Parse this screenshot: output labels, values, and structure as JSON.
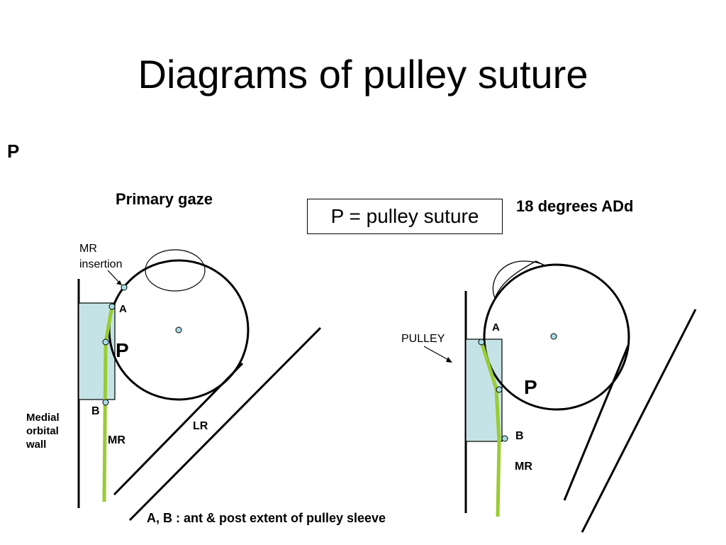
{
  "title": "Diagrams of pulley suture",
  "corner_label": "P",
  "legend": "P = pulley suture",
  "left_panel": {
    "heading": "Primary gaze",
    "mr_insertion": "MR\ninsertion",
    "point_a": "A",
    "point_b": "B",
    "pulley_label": "P",
    "medial_wall": "Medial\norbital\nwall",
    "mr": "MR",
    "lr": "LR"
  },
  "right_panel": {
    "heading": "18 degrees ADd",
    "pulley": "PULLEY",
    "point_a": "A",
    "point_b": "B",
    "pulley_label": "P",
    "mr": "MR"
  },
  "footnote": "A, B :  ant & post extent of pulley sleeve",
  "colors": {
    "sleeve_fill": "#c5e3e6",
    "muscle": "#99cc33",
    "point_fill": "#a9dde3"
  }
}
